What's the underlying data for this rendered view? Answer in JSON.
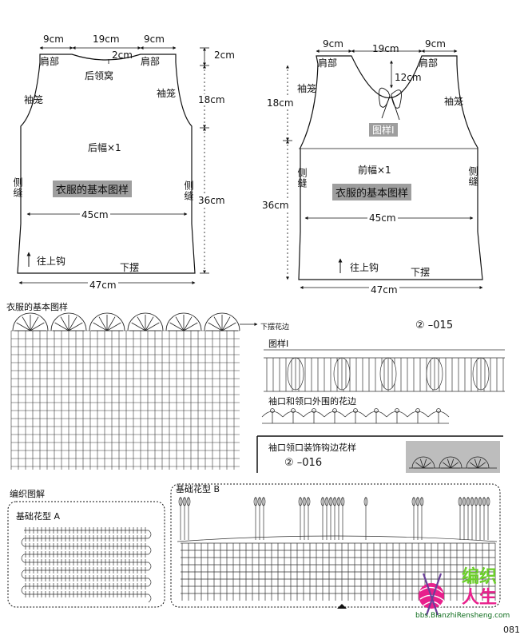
{
  "back": {
    "shoulder_left": "9cm",
    "neck_width": "19cm",
    "shoulder_right": "9cm",
    "neck_depth": "2cm",
    "shoulder_label_left": "肩部",
    "shoulder_label_right": "肩部",
    "neckline": "后领窝",
    "armhole_left": "袖笼",
    "armhole_right": "袖笼",
    "side_left": "侧缝",
    "side_right": "侧缝",
    "panel": "后幅×1",
    "pattern_band": "衣服的基本图样",
    "chest_width": "45cm",
    "hem_width": "47cm",
    "upward": "往上钩",
    "hem": "下摆",
    "height_top": "2cm",
    "height_armhole": "18cm",
    "height_body": "36cm"
  },
  "front": {
    "shoulder_left": "9cm",
    "neck_width": "19cm",
    "shoulder_right": "9cm",
    "shoulder_label_left": "肩部",
    "shoulder_label_right": "肩部",
    "neck_depth": "12cm",
    "armhole_left": "袖笼",
    "armhole_right": "袖笼",
    "sample_label": "图样Ⅰ",
    "panel": "前幅×1",
    "side_left": "侧缝",
    "side_right": "侧缝",
    "pattern_band": "衣服的基本图样",
    "chest_width": "45cm",
    "hem_width": "47cm",
    "upward": "往上钩",
    "hem": "下摆",
    "height_armhole": "18cm",
    "height_body": "36cm"
  },
  "charts": {
    "basic_title": "衣服的基本图样",
    "hem_edge": "下摆花边",
    "code1": "② –015",
    "pattern1": "图样Ⅰ",
    "edge_title": "袖口和领口外围的花边",
    "box_title": "袖口领口装饰钩边花样",
    "code2": "② –016",
    "section": "编织图解",
    "pattern_a": "基础花型 A",
    "pattern_b": "基础花型 B"
  },
  "footer": {
    "logo_line1": "编织",
    "logo_line2": "人生",
    "site": "bbs.BianzhiRensheng.com",
    "page": "081"
  },
  "colors": {
    "logo_green": "#6ccf2b",
    "logo_pink": "#e8208c",
    "logo_dark": "#0a6a19",
    "band_gray": "#9e9e9e"
  }
}
